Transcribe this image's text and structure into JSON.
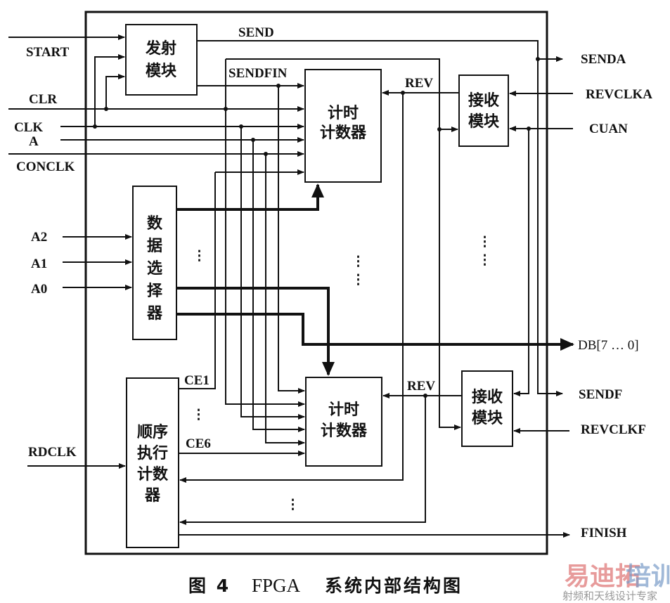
{
  "caption": {
    "figure": "图 4",
    "title_latin": "FPGA",
    "title_cn": "系统内部结构图"
  },
  "blocks": {
    "transmit": [
      "发射",
      "模块"
    ],
    "timer_top": [
      "计时",
      "计数器"
    ],
    "timer_bottom": [
      "计时",
      "计数器"
    ],
    "receive_top": [
      "接收",
      "模块"
    ],
    "receive_bottom": [
      "接收",
      "模块"
    ],
    "mux": [
      "数",
      "据",
      "选",
      "择",
      "器"
    ],
    "sequencer": [
      "顺序",
      "执行",
      "计数",
      "器"
    ]
  },
  "inputs": {
    "start": "START",
    "clr": "CLR",
    "clk": "CLK",
    "a": "A",
    "conclk": "CONCLK",
    "a2": "A2",
    "a1": "A1",
    "a0": "A0",
    "rdclk": "RDCLK",
    "revclka": "REVCLKA",
    "cuan": "CUAN",
    "revclkf": "REVCLKF"
  },
  "outputs": {
    "senda": "SENDA",
    "db": "DB[7 … 0]",
    "sendf": "SENDF",
    "finish": "FINISH"
  },
  "signals": {
    "send": "SEND",
    "sendfin": "SENDFIN",
    "rev_top": "REV",
    "rev_bottom": "REV",
    "ce1": "CE1",
    "ce6": "CE6",
    "ellipsis": "⋮"
  },
  "watermark": {
    "line1a": "易迪拓",
    "line1b": "培训",
    "line2": "射频和天线设计专家"
  }
}
